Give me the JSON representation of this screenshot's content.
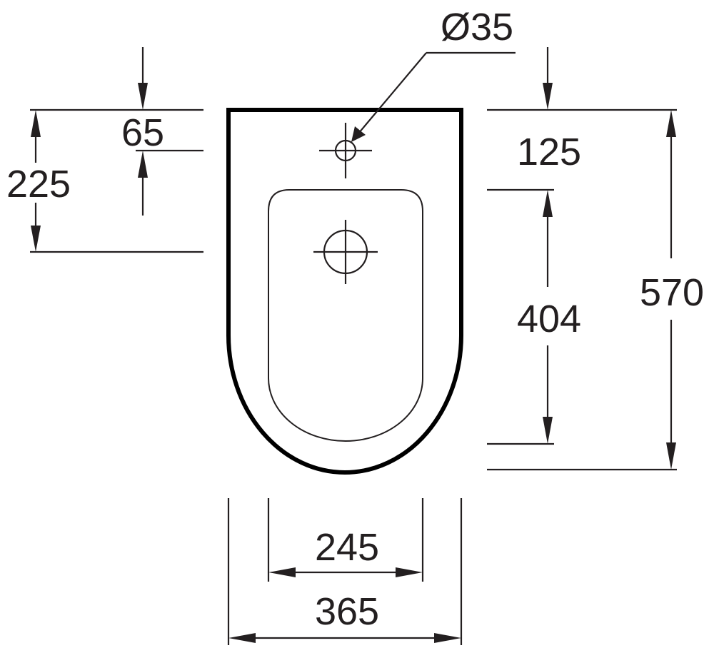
{
  "dimensions": {
    "hole_diameter": "Ø35",
    "hole_offset": "65",
    "drain_offset": "225",
    "rim_to_bowl": "125",
    "bowl_length": "404",
    "overall_length": "570",
    "bowl_width": "245",
    "overall_width": "365"
  },
  "colors": {
    "line": "#231f20",
    "outline": "#000000",
    "background": "#ffffff"
  }
}
